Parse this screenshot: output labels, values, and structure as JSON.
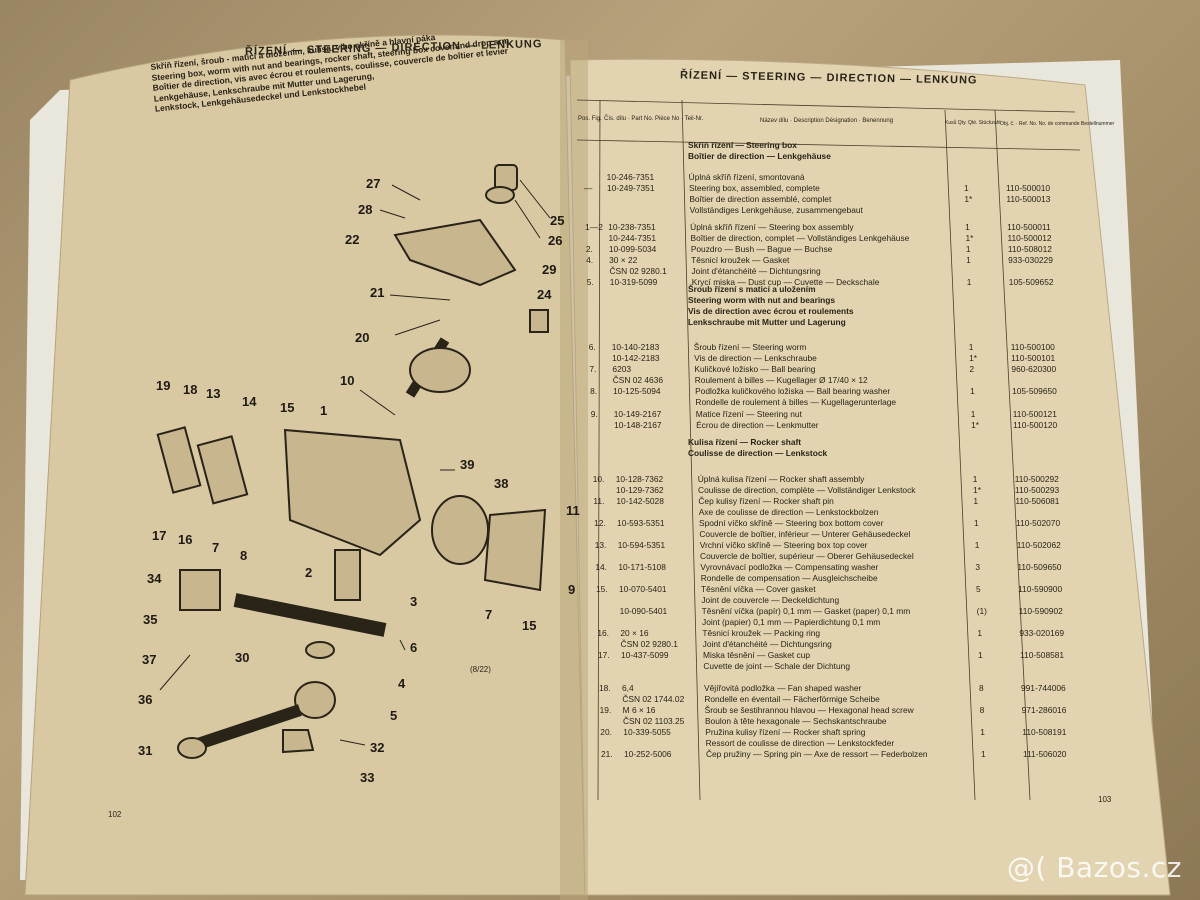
{
  "left_page": {
    "header": "ŘÍZENÍ — STEERING — DIRECTION — LENKUNG",
    "caption_lines": [
      "Skříň řízení, šroub - matici a uložením, kulisa, víko skříně a hlavní páka",
      "Steering box, worm with nut and bearings, rocker shaft, steering box cover and drop arm",
      "Boîtier de direction, vis avec écrou et roulements, coulisse, couvercle de boîtier et levier",
      "Lenkgehäuse, Lenkschraube mit Mutter und Lagerung,",
      "Lenkstock, Lenkgehäusedeckel und Lenkstockhebel"
    ],
    "callouts": [
      "27",
      "28",
      "22",
      "26",
      "25",
      "29",
      "24",
      "21",
      "20",
      "10",
      "1",
      "19",
      "18",
      "13",
      "14",
      "15",
      "39",
      "38",
      "17",
      "16",
      "7",
      "8",
      "11",
      "34",
      "2",
      "9",
      "35",
      "6",
      "37",
      "30",
      "4",
      "36",
      "5",
      "31",
      "32",
      "33",
      "7",
      "15",
      "3"
    ],
    "figure_ref": "(8/22)",
    "page_number": "102"
  },
  "right_page": {
    "header": "ŘÍZENÍ — STEERING — DIRECTION — LENKUNG",
    "col_headers": [
      "Pos. Fig.",
      "Čís. dílu · Part No. Pièce No · Teil-Nr.",
      "Název dílu · Description Désignation · Benennung",
      "Kusů Qty. Qté. Stückzahl",
      "Obj. č. · Ref. No. No. de commande Bestellnummer"
    ],
    "sections": [
      {
        "title": [
          "Skříň řízení — Steering box",
          "Boîtier de direction — Lenkgehäuse"
        ]
      },
      {
        "title": [
          "Šroub řízení s maticí a uložením",
          "Steering worm with nut and bearings",
          "Vis de direction avec écrou et roulements",
          "Lenkschraube mit Mutter und Lagerung"
        ]
      },
      {
        "title": [
          "Kulisa řízení — Rocker shaft",
          "Coulisse de direction — Lenkstock"
        ]
      }
    ],
    "rows": [
      {
        "pos": "",
        "part": "10-246-7351",
        "desc": "Úplná skříň řízení, smontovaná",
        "qty": "",
        "ref": ""
      },
      {
        "pos": "—",
        "part": "10-249-7351",
        "desc": "Steering box, assembled, complete",
        "qty": "1",
        "ref": "110-500010"
      },
      {
        "pos": "",
        "part": "",
        "desc": "Boîtier de direction assemblé, complet",
        "qty": "1*",
        "ref": "110-500013"
      },
      {
        "pos": "",
        "part": "",
        "desc": "Vollständiges Lenkgehäuse, zusammengebaut",
        "qty": "",
        "ref": ""
      },
      {
        "pos": "1—2",
        "part": "10-238-7351",
        "desc": "Úplná skříň řízení — Steering box assembly",
        "qty": "1",
        "ref": "110-500011"
      },
      {
        "pos": "",
        "part": "10-244-7351",
        "desc": "Boîtier de direction, complet — Vollständiges Lenkgehäuse",
        "qty": "1*",
        "ref": "110-500012"
      },
      {
        "pos": "2.",
        "part": "10-099-5034",
        "desc": "Pouzdro — Bush — Bague — Buchse",
        "qty": "1",
        "ref": "110-508012"
      },
      {
        "pos": "4.",
        "part": "30 × 22",
        "desc": "Těsnicí kroužek — Gasket",
        "qty": "1",
        "ref": "933-030229"
      },
      {
        "pos": "",
        "part": "ČSN 02 9280.1",
        "desc": "Joint d'étanchéité — Dichtungsring",
        "qty": "",
        "ref": ""
      },
      {
        "pos": "5.",
        "part": "10-319-5099",
        "desc": "Krycí miska — Dust cup — Cuvette — Deckschale",
        "qty": "1",
        "ref": "105-509652"
      },
      {
        "pos": "6.",
        "part": "10-140-2183",
        "desc": "Šroub řízení — Steering worm",
        "qty": "1",
        "ref": "110-500100"
      },
      {
        "pos": "",
        "part": "10-142-2183",
        "desc": "Vis de direction — Lenkschraube",
        "qty": "1*",
        "ref": "110-500101"
      },
      {
        "pos": "7.",
        "part": "6203",
        "desc": "Kuličkové ložisko — Ball bearing",
        "qty": "2",
        "ref": "960-620300"
      },
      {
        "pos": "",
        "part": "ČSN 02 4636",
        "desc": "Roulement à billes — Kugellager Ø 17/40 × 12",
        "qty": "",
        "ref": ""
      },
      {
        "pos": "8.",
        "part": "10-125-5094",
        "desc": "Podložka kuličkového ložiska — Ball bearing washer",
        "qty": "1",
        "ref": "105-509650"
      },
      {
        "pos": "",
        "part": "",
        "desc": "Rondelle de roulement à billes — Kugellagerunterlage",
        "qty": "",
        "ref": ""
      },
      {
        "pos": "9.",
        "part": "10-149-2167",
        "desc": "Matice řízení — Steering nut",
        "qty": "1",
        "ref": "110-500121"
      },
      {
        "pos": "",
        "part": "10-148-2167",
        "desc": "Écrou de direction — Lenkmutter",
        "qty": "1*",
        "ref": "110-500120"
      },
      {
        "pos": "10.",
        "part": "10-128-7362",
        "desc": "Úplná kulisa řízení — Rocker shaft assembly",
        "qty": "1",
        "ref": "110-500292"
      },
      {
        "pos": "",
        "part": "10-129-7362",
        "desc": "Coulisse de direction, complète — Vollständiger Lenkstock",
        "qty": "1*",
        "ref": "110-500293"
      },
      {
        "pos": "11.",
        "part": "10-142-5028",
        "desc": "Čep kulisy řízení — Rocker shaft pin",
        "qty": "1",
        "ref": "110-506081"
      },
      {
        "pos": "",
        "part": "",
        "desc": "Axe de coulisse de direction — Lenkstockbolzen",
        "qty": "",
        "ref": ""
      },
      {
        "pos": "12.",
        "part": "10-593-5351",
        "desc": "Spodní víčko skříně — Steering box bottom cover",
        "qty": "1",
        "ref": "110-502070"
      },
      {
        "pos": "",
        "part": "",
        "desc": "Couvercle de boîtier, inférieur — Unterer Gehäusedeckel",
        "qty": "",
        "ref": ""
      },
      {
        "pos": "13.",
        "part": "10-594-5351",
        "desc": "Vrchní víčko skříně — Steering box top cover",
        "qty": "1",
        "ref": "110-502062"
      },
      {
        "pos": "",
        "part": "",
        "desc": "Couvercle de boîtier, supérieur — Oberer Gehäusedeckel",
        "qty": "",
        "ref": ""
      },
      {
        "pos": "14.",
        "part": "10-171-5108",
        "desc": "Vyrovnávací podložka — Compensating washer",
        "qty": "3",
        "ref": "110-509650"
      },
      {
        "pos": "",
        "part": "",
        "desc": "Rondelle de compensation — Ausgleichscheibe",
        "qty": "",
        "ref": ""
      },
      {
        "pos": "15.",
        "part": "10-070-5401",
        "desc": "Těsnění víčka — Cover gasket",
        "qty": "5",
        "ref": "110-590900"
      },
      {
        "pos": "",
        "part": "",
        "desc": "Joint de couvercle — Deckeldichtung",
        "qty": "",
        "ref": ""
      },
      {
        "pos": "",
        "part": "10-090-5401",
        "desc": "Těsnění víčka (papír) 0,1 mm — Gasket (paper) 0,1 mm",
        "qty": "(1)",
        "ref": "110-590902"
      },
      {
        "pos": "",
        "part": "",
        "desc": "Joint (papier) 0,1 mm — Papierdichtung 0,1 mm",
        "qty": "",
        "ref": ""
      },
      {
        "pos": "16.",
        "part": "20 × 16",
        "desc": "Těsnicí kroužek — Packing ring",
        "qty": "1",
        "ref": "933-020169"
      },
      {
        "pos": "",
        "part": "ČSN 02 9280.1",
        "desc": "Joint d'étanchéité — Dichtungsring",
        "qty": "",
        "ref": ""
      },
      {
        "pos": "17.",
        "part": "10-437-5099",
        "desc": "Miska těsnění — Gasket cup",
        "qty": "1",
        "ref": "110-508581"
      },
      {
        "pos": "",
        "part": "",
        "desc": "Cuvette de joint — Schale der Dichtung",
        "qty": "",
        "ref": ""
      },
      {
        "pos": "18.",
        "part": "6,4",
        "desc": "Vějířovitá podložka — Fan shaped washer",
        "qty": "8",
        "ref": "991-744006"
      },
      {
        "pos": "",
        "part": "ČSN 02 1744.02",
        "desc": "Rondelle en éventail — Fächerförmige Scheibe",
        "qty": "",
        "ref": ""
      },
      {
        "pos": "19.",
        "part": "M 6 × 16",
        "desc": "Šroub se šestihrannou hlavou — Hexagonal head screw",
        "qty": "8",
        "ref": "971-286016"
      },
      {
        "pos": "",
        "part": "ČSN 02 1103.25",
        "desc": "Boulon à tête hexagonale — Sechskantschraube",
        "qty": "",
        "ref": ""
      },
      {
        "pos": "20.",
        "part": "10-339-5055",
        "desc": "Pružina kulisy řízení — Rocker shaft spring",
        "qty": "1",
        "ref": "110-508191"
      },
      {
        "pos": "",
        "part": "",
        "desc": "Ressort de coulisse de direction — Lenkstockfeder",
        "qty": "",
        "ref": ""
      },
      {
        "pos": "21.",
        "part": "10-252-5006",
        "desc": "Čep pružiny — Spring pin — Axe de ressort — Federbolzen",
        "qty": "1",
        "ref": "111-506020"
      }
    ],
    "page_number": "103"
  },
  "watermark": "@( Bazos.cz"
}
